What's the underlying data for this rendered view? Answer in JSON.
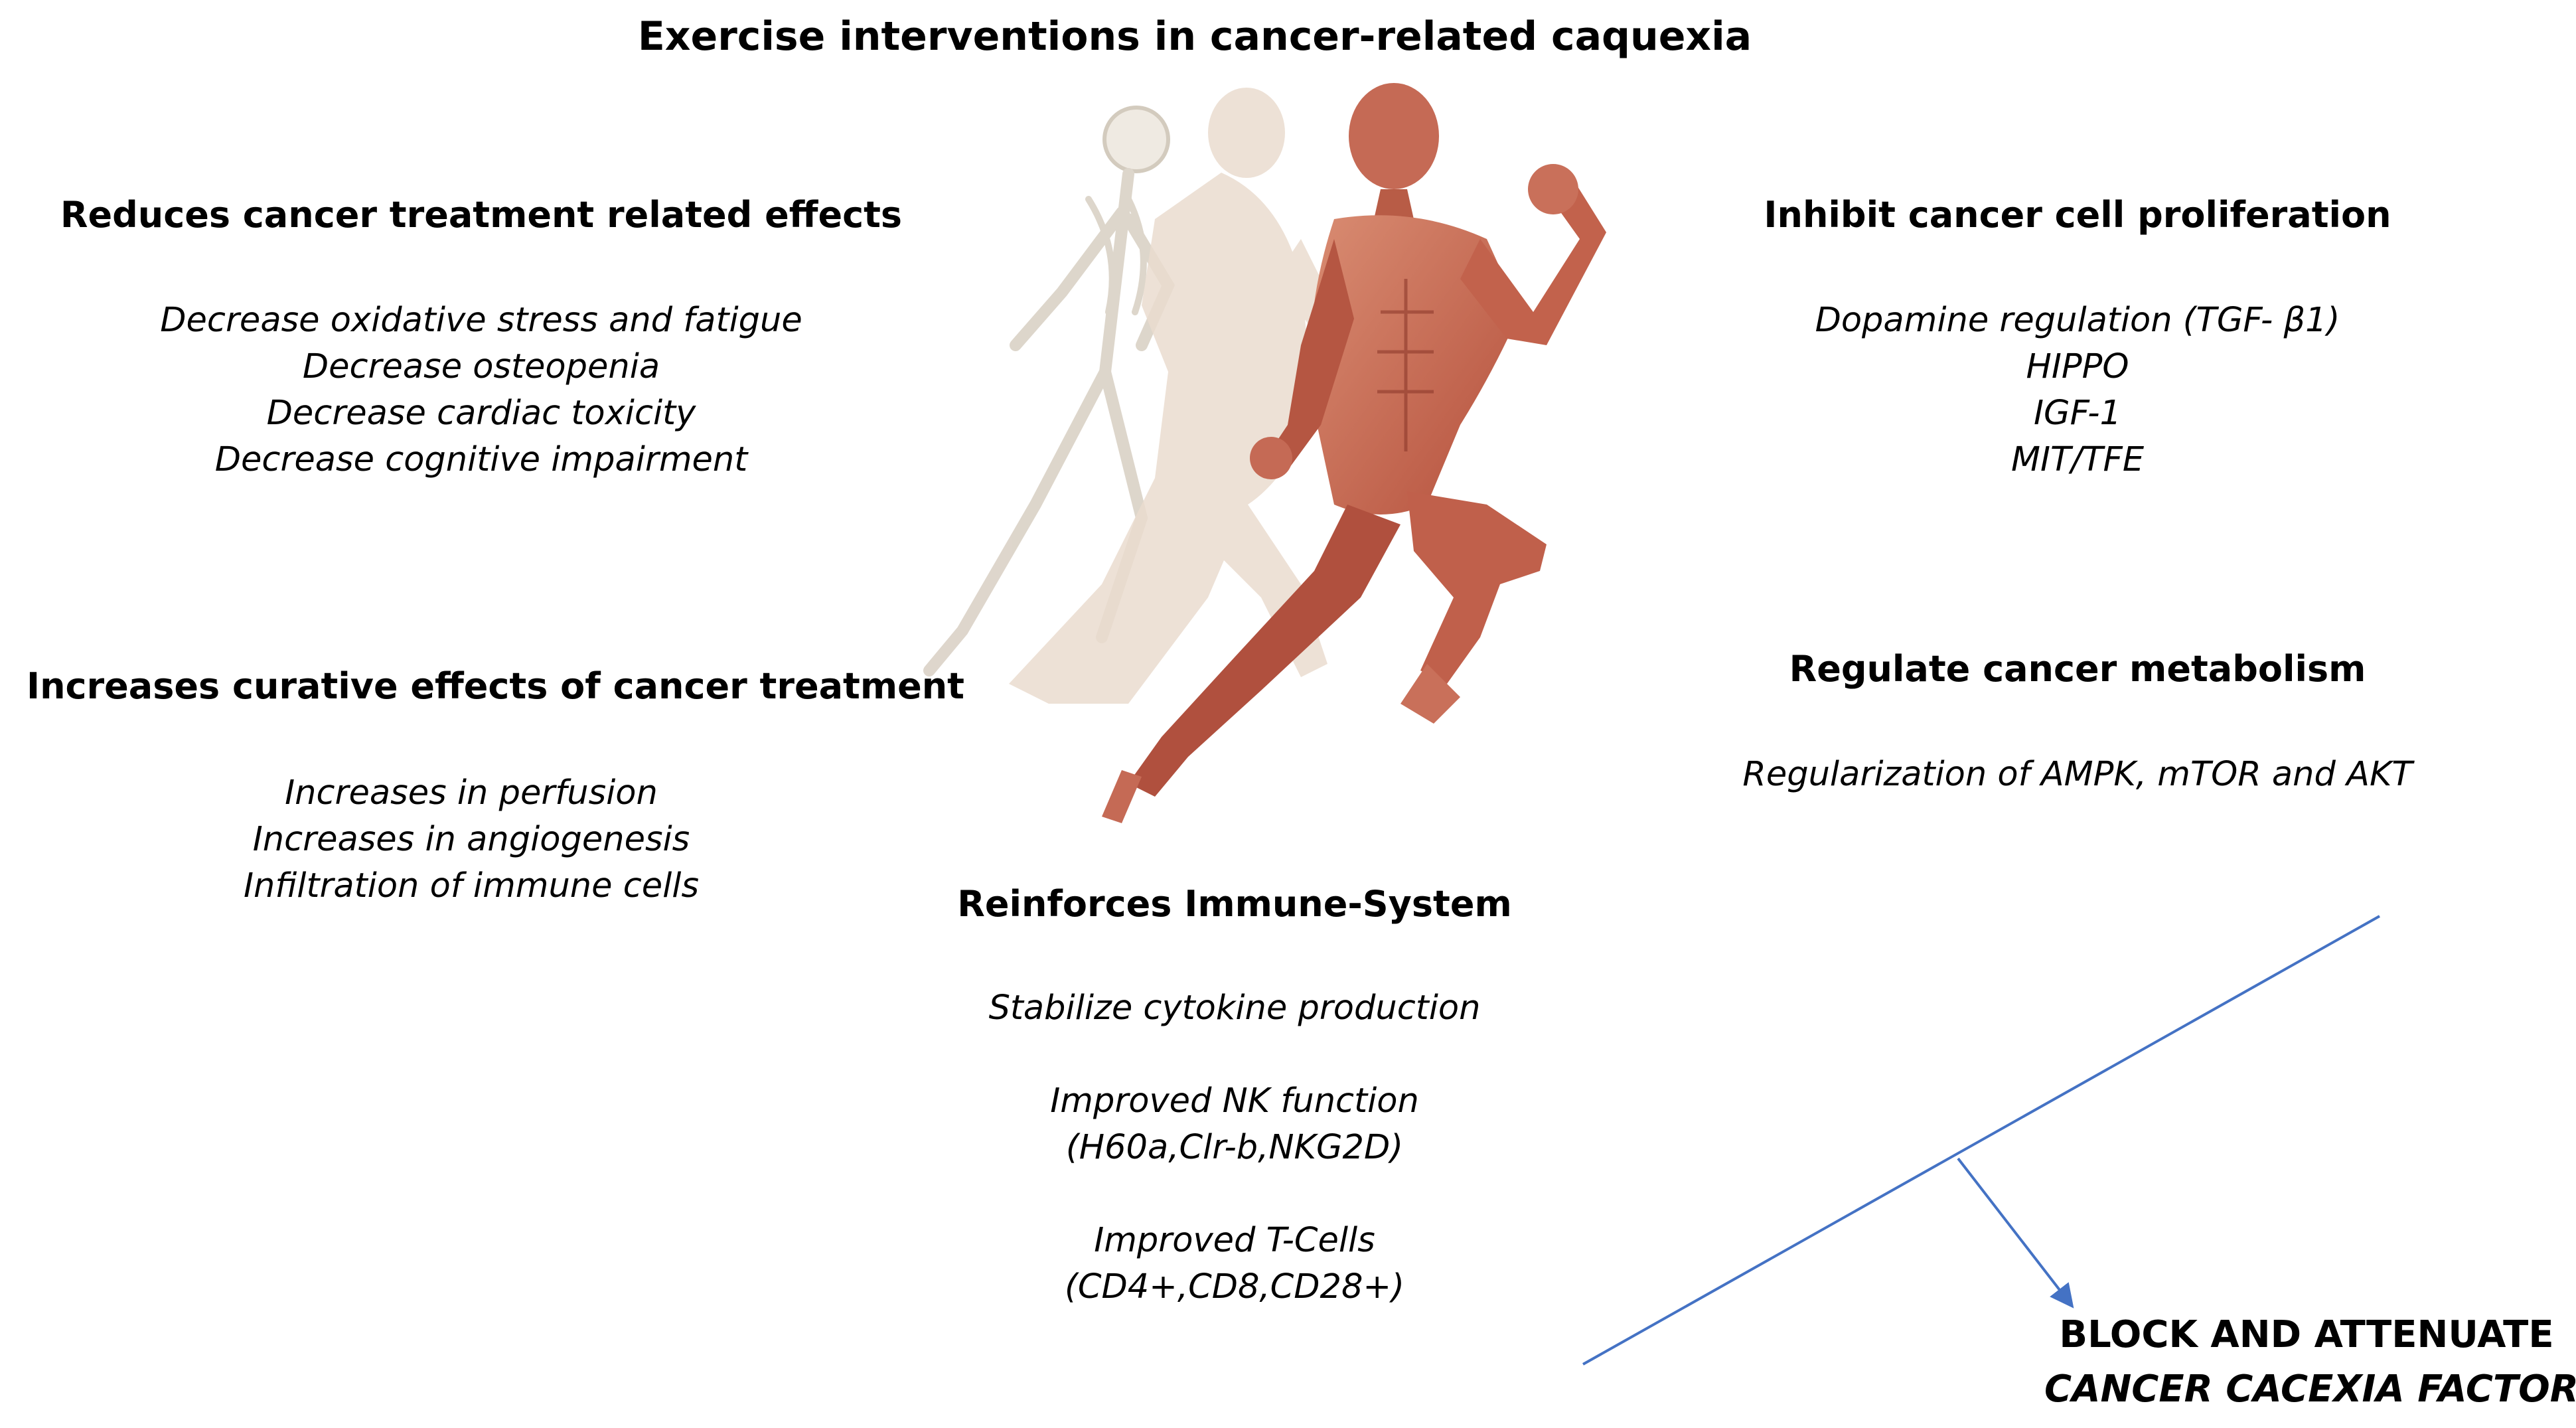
{
  "title": "Exercise interventions in cancer-related caquexia",
  "figure": {
    "icon": "running-human-anatomy-illustration"
  },
  "colors": {
    "text": "#000000",
    "arrow": "#4472C4",
    "muscle": "#C7604A",
    "muscle_light": "#D98C72",
    "skin_ghost": "#E8D8CC",
    "bone": "#E6E0D6"
  },
  "sections": {
    "treatment_effects": {
      "heading": "Reduces cancer treatment related effects",
      "items": [
        "Decrease oxidative stress and fatigue",
        "Decrease osteopenia",
        "Decrease cardiac toxicity",
        "Decrease cognitive impairment"
      ]
    },
    "curative_effects": {
      "heading": "Increases curative effects of cancer treatment",
      "items": [
        "Increases in perfusion",
        "Increases in angiogenesis",
        "Infiltration of immune cells"
      ]
    },
    "proliferation": {
      "heading": "Inhibit cancer cell proliferation",
      "items": [
        "Dopamine regulation  (TGF- β1)",
        "HIPPO",
        "IGF-1",
        "MIT/TFE"
      ]
    },
    "metabolism": {
      "heading": "Regulate cancer metabolism",
      "items": [
        "Regularization of AMPK, mTOR and AKT"
      ]
    },
    "immune": {
      "heading": "Reinforces Immune-System",
      "groups": [
        [
          "Stabilize cytokine production"
        ],
        [
          "Improved NK function",
          "(H60a,Clr-b,NKG2D)"
        ],
        [
          "Improved T-Cells",
          "(CD4+,CD8,CD28+)"
        ]
      ]
    }
  },
  "outcome": {
    "line1": "BLOCK AND ATTENUATE",
    "line2": "CANCER CACEXIA FACTORS"
  }
}
